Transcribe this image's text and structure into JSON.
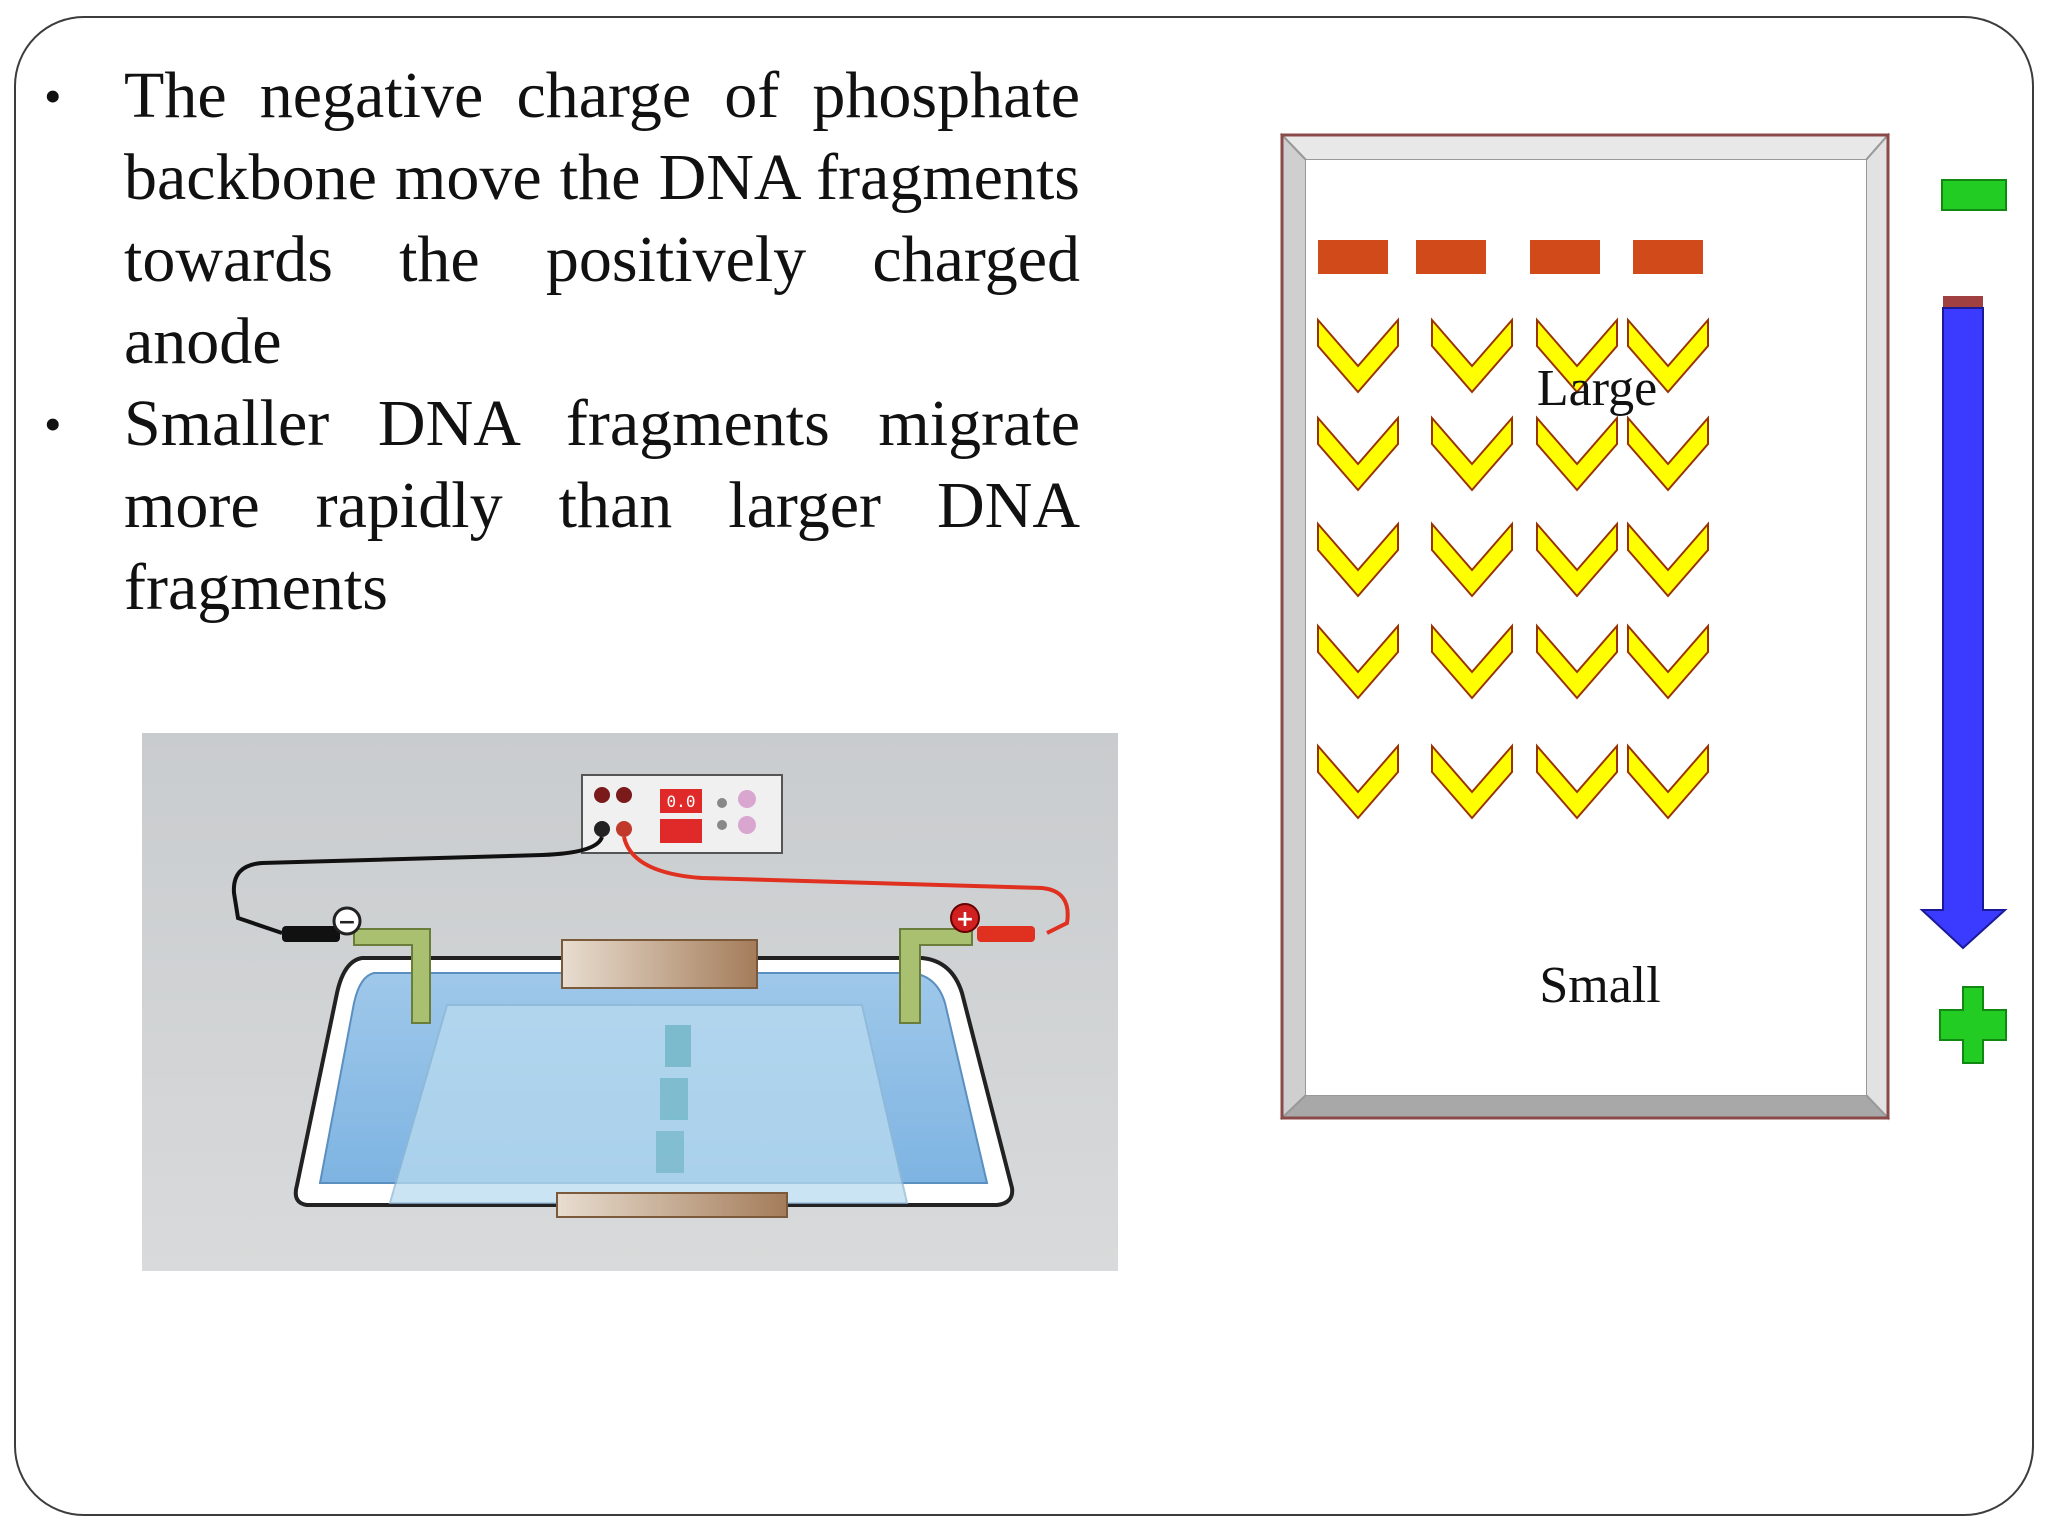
{
  "bullets": [
    "The negative charge of phosphate backbone move the DNA fragments towards the positively charged anode",
    "Smaller DNA fragments migrate more rapidly than larger DNA fragments"
  ],
  "bullet_symbol": "•",
  "gel_diagram": {
    "top_label": "Large",
    "bottom_label": "Small",
    "well_color": "#d04a1a",
    "band_color": "#ffff00",
    "band_outline_color": "#993300",
    "arrow_color": "#3b3bff",
    "negative_color": "#22cc22",
    "positive_color": "#22cc22"
  },
  "apparatus_photo": {
    "power_supply_display": "0.0",
    "negative_terminal": "−",
    "positive_terminal": "+"
  }
}
